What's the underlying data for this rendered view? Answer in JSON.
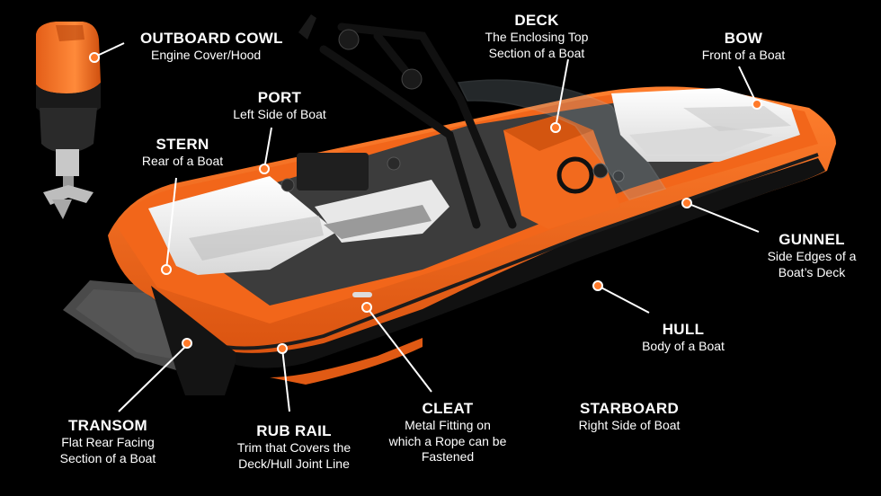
{
  "colors": {
    "accent": "#F26A1E",
    "background": "#000000",
    "text": "#FFFFFF",
    "marker": "#FF7A2A"
  },
  "labels": {
    "outboard_cowl": {
      "title": "OUTBOARD COWL",
      "desc": "Engine Cover/Hood"
    },
    "port": {
      "title": "PORT",
      "desc": "Left Side of Boat"
    },
    "stern": {
      "title": "STERN",
      "desc": "Rear of a Boat"
    },
    "deck": {
      "title": "DECK",
      "desc1": "The Enclosing Top",
      "desc2": "Section of a Boat"
    },
    "bow": {
      "title": "BOW",
      "desc": "Front of a Boat"
    },
    "gunnel": {
      "title": "GUNNEL",
      "desc1": "Side Edges of a",
      "desc2": "Boat’s Deck"
    },
    "hull": {
      "title": "HULL",
      "desc": "Body of a Boat"
    },
    "transom": {
      "title": "TRANSOM",
      "desc1": "Flat Rear Facing",
      "desc2": "Section of a Boat"
    },
    "rub_rail": {
      "title": "RUB RAIL",
      "desc1": "Trim that Covers the",
      "desc2": "Deck/Hull Joint Line"
    },
    "cleat": {
      "title": "CLEAT",
      "desc1": "Metal Fitting on",
      "desc2": "which a Rope can be",
      "desc3": "Fastened"
    },
    "starboard": {
      "title": "STARBOARD",
      "desc": "Right Side of Boat"
    }
  }
}
